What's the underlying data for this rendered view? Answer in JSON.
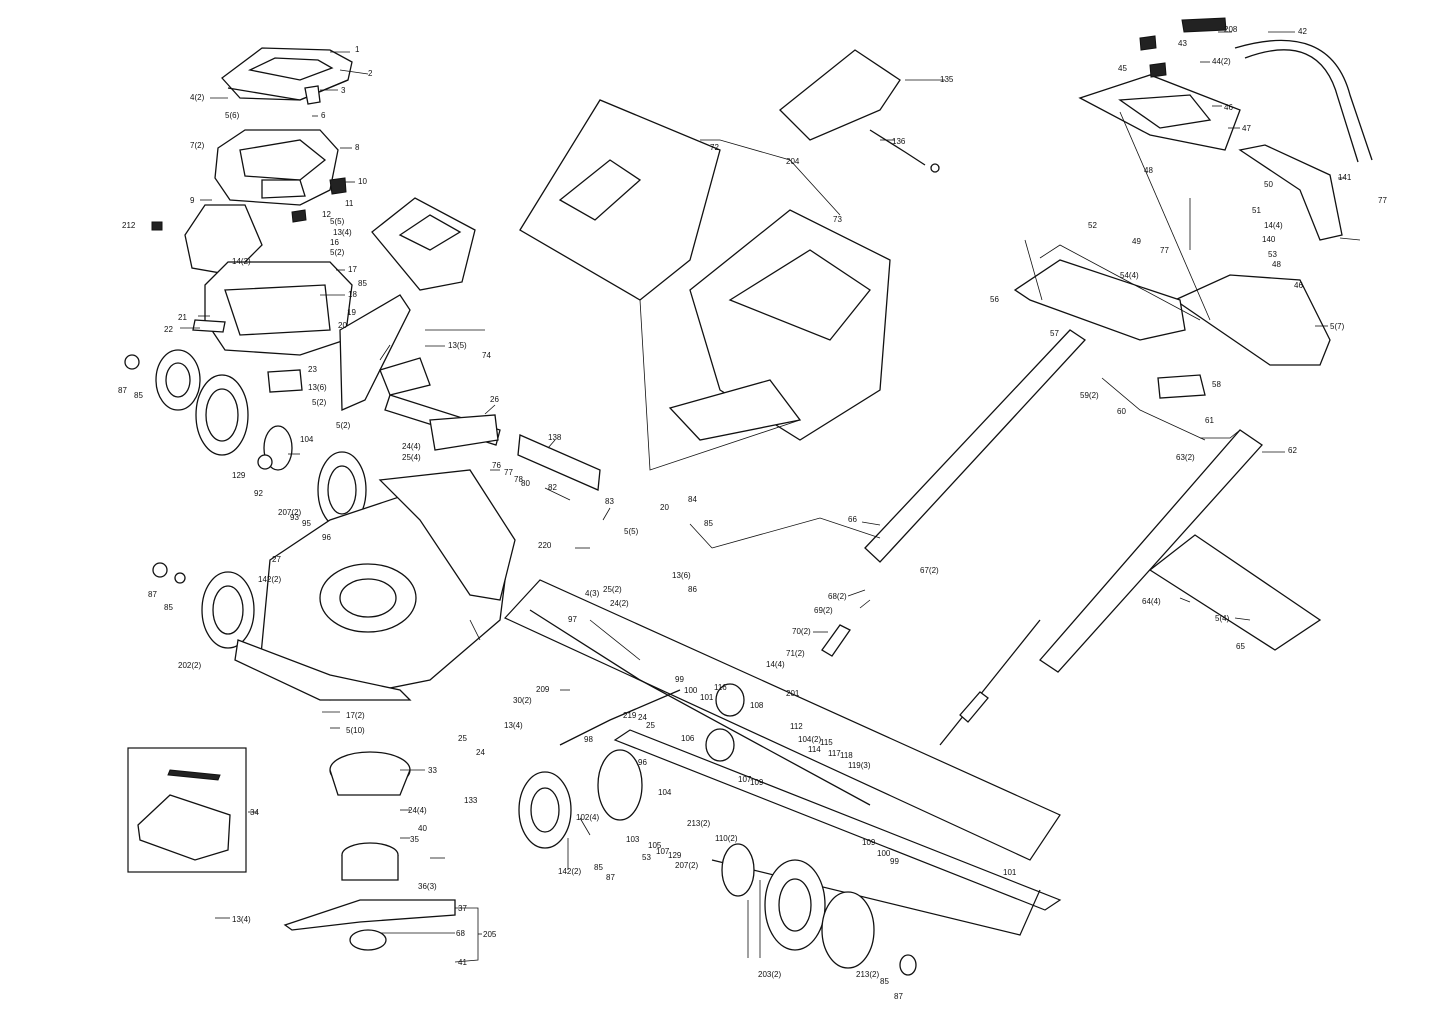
{
  "title": "Lawn mower exploded parts diagram",
  "callouts": [
    "1",
    "2",
    "3",
    "4(2)",
    "5(6)",
    "6",
    "7(2)",
    "8",
    "9",
    "10",
    "11",
    "12",
    "5(5)",
    "13(4)",
    "16",
    "5(2)",
    "14(2)",
    "17",
    "18",
    "212",
    "21",
    "22",
    "85",
    "19",
    "20",
    "13(5)",
    "74",
    "23",
    "13(6)",
    "5(2)",
    "87",
    "85",
    "26",
    "104",
    "24(4)",
    "25(4)",
    "129",
    "92",
    "207(2)",
    "93",
    "95",
    "96",
    "5(2)",
    "76",
    "77",
    "78",
    "80",
    "82",
    "138",
    "27",
    "83",
    "84",
    "20",
    "5(5)",
    "85",
    "13(6)",
    "86",
    "25(2)",
    "24(2)",
    "4(3)",
    "220",
    "142(2)",
    "87",
    "85",
    "202(2)",
    "97",
    "209",
    "99",
    "100",
    "101",
    "116",
    "108",
    "112",
    "104(2)",
    "114",
    "115",
    "117",
    "118",
    "119(3)",
    "219",
    "24",
    "25",
    "106",
    "107",
    "109",
    "98",
    "30(2)",
    "13(4)",
    "17(2)",
    "5(10)",
    "25",
    "24",
    "33",
    "133",
    "34",
    "24(4)",
    "40",
    "35",
    "36(3)",
    "13(4)",
    "37",
    "68",
    "205",
    "41",
    "102(4)",
    "96",
    "104",
    "103",
    "105",
    "107",
    "53",
    "129",
    "207(2)",
    "213(2)",
    "110(2)",
    "142(2)",
    "85",
    "87",
    "109",
    "100",
    "99",
    "101",
    "203(2)",
    "213(2)",
    "85",
    "87",
    "201",
    "72",
    "204",
    "73",
    "135",
    "136",
    "208",
    "42",
    "43",
    "44(2)",
    "45",
    "46",
    "47",
    "48",
    "50",
    "141",
    "77",
    "51",
    "14(4)",
    "140",
    "52",
    "49",
    "77",
    "53",
    "48",
    "54(4)",
    "56",
    "46",
    "5(7)",
    "57",
    "58",
    "59(2)",
    "60",
    "61",
    "62",
    "63(2)",
    "66",
    "67(2)",
    "68(2)",
    "69(2)",
    "70(2)",
    "71(2)",
    "14(4)",
    "64(4)",
    "5(4)",
    "65"
  ]
}
